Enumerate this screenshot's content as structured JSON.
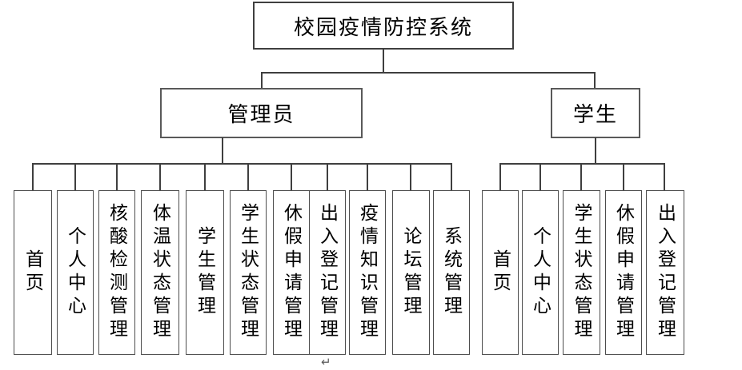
{
  "diagram": {
    "root": {
      "label": "校园疫情防控系统"
    },
    "branches": [
      {
        "label": "管理员",
        "children": [
          {
            "label": "首页"
          },
          {
            "label": "个人中心"
          },
          {
            "label": "核酸检测管理"
          },
          {
            "label": "体温状态管理"
          },
          {
            "label": "学生管理"
          },
          {
            "label": "学生状态管理"
          },
          {
            "label": "休假申请管理"
          },
          {
            "label": "出入登记管理"
          },
          {
            "label": "疫情知识管理"
          },
          {
            "label": "论坛管理"
          },
          {
            "label": "系统管理"
          }
        ]
      },
      {
        "label": "学生",
        "children": [
          {
            "label": "首页"
          },
          {
            "label": "个人中心"
          },
          {
            "label": "学生状态管理"
          },
          {
            "label": "休假申请管理"
          },
          {
            "label": "出入登记管理"
          }
        ]
      }
    ],
    "paragraph_mark": "↵"
  },
  "colors": {
    "background": "#ffffff",
    "box_border": "#4d4d4d",
    "connector": "#3f3f3f",
    "text": "#000000"
  }
}
